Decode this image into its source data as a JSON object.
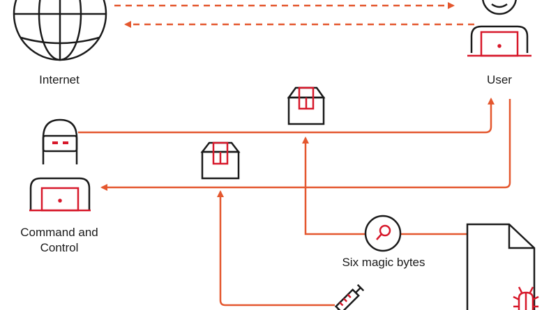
{
  "labels": {
    "internet": "Internet",
    "user": "User",
    "command_line1": "Command and",
    "command_line2": "Control",
    "magic_bytes": "Six magic bytes"
  },
  "colors": {
    "accent": "#e4572e",
    "red": "#d7182a",
    "ink": "#1a1a1a"
  },
  "icons": [
    "globe-icon",
    "user-icon",
    "hacker-icon",
    "laptop-icon",
    "package-icon",
    "magnifier-icon",
    "document-icon",
    "syringe-icon",
    "bug-icon"
  ]
}
